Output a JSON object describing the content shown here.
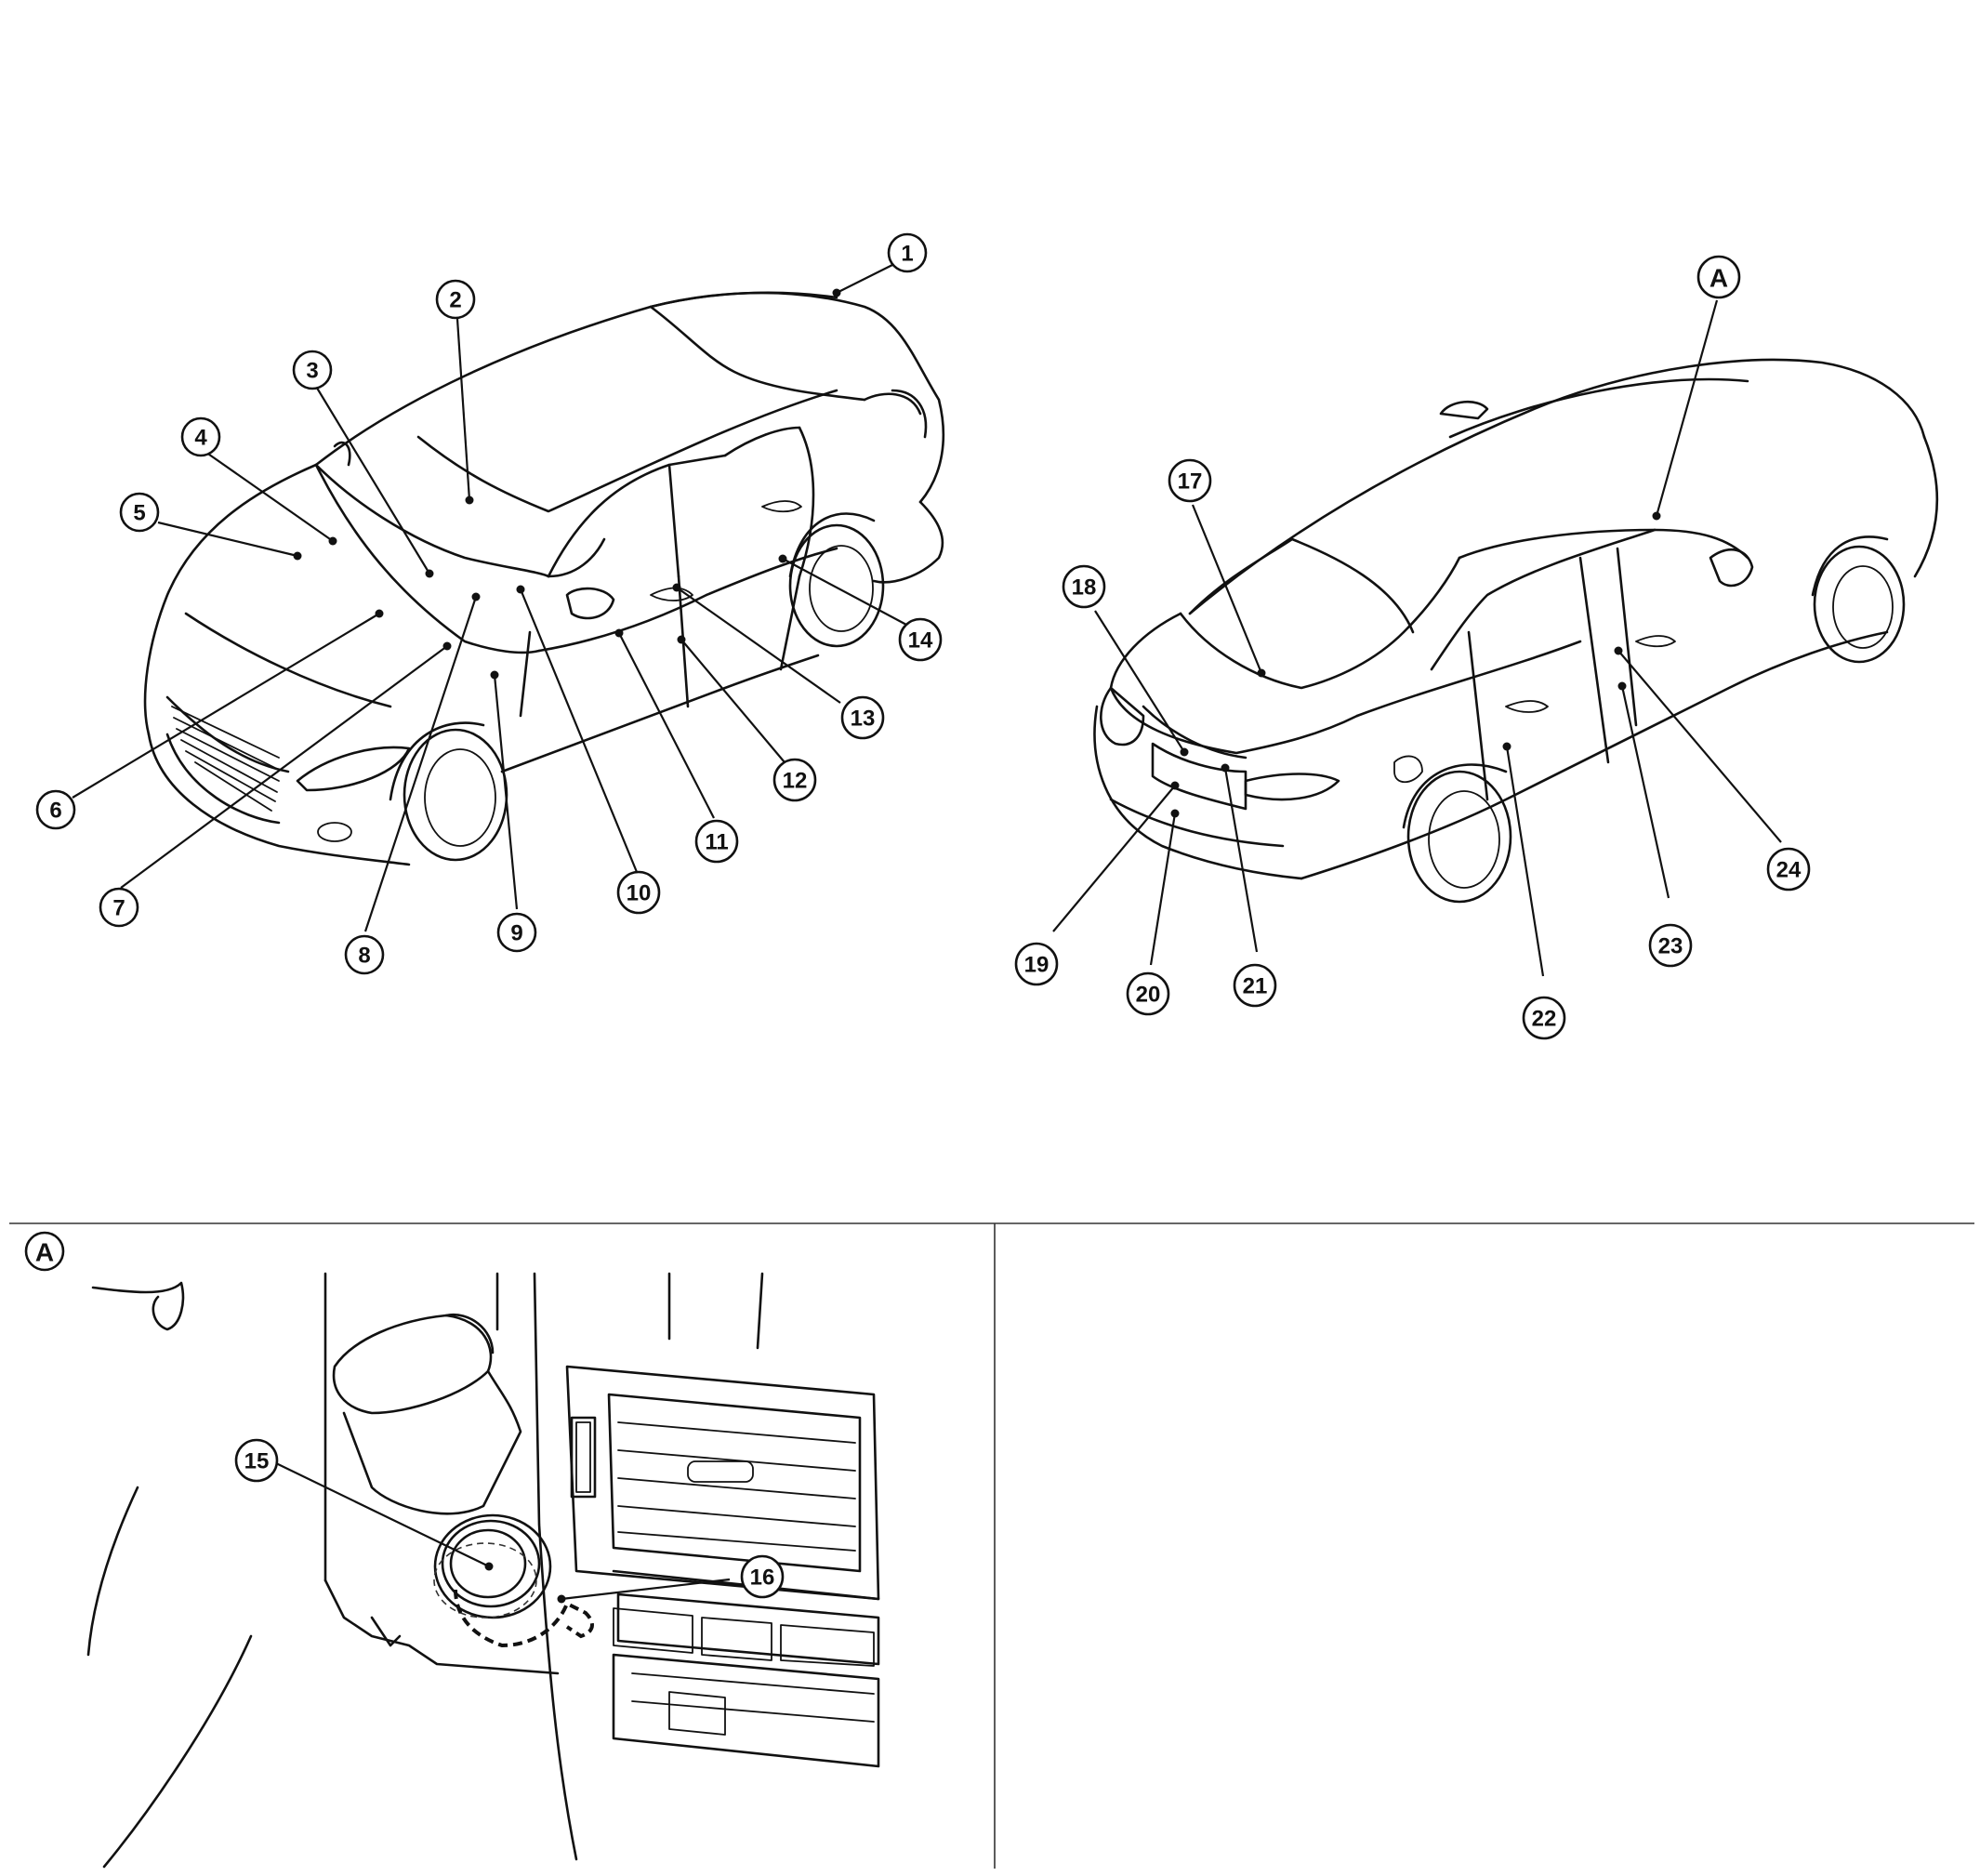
{
  "callouts": [
    "1",
    "2",
    "3",
    "4",
    "5",
    "6",
    "7",
    "8",
    "9",
    "10",
    "11",
    "12",
    "13",
    "14",
    "15",
    "16",
    "17",
    "18",
    "19",
    "20",
    "21",
    "22",
    "23",
    "24"
  ],
  "view_ref_label": "A",
  "detail_label": "A"
}
